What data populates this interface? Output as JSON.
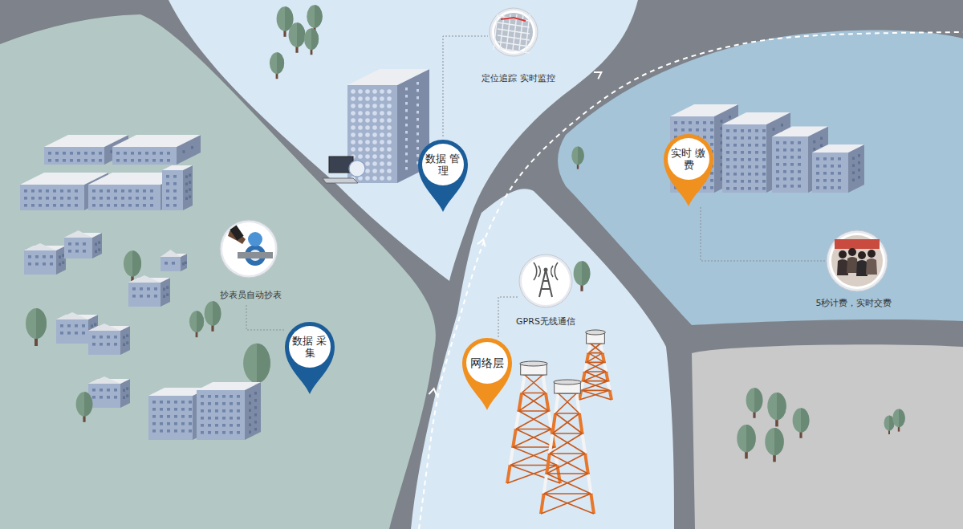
{
  "diagram": {
    "nodes": [
      {
        "text": [
          "数据 管理"
        ]
      },
      {
        "text": [
          "实时 缴费"
        ]
      },
      {
        "text": [
          "数据 采集"
        ]
      },
      {
        "text": [
          "网络层"
        ]
      }
    ],
    "labels": [
      "定位追踪 实时监控",
      "抄表员自动抄表",
      "GPRS无线通信",
      "5秒计费，实时交费"
    ]
  }
}
